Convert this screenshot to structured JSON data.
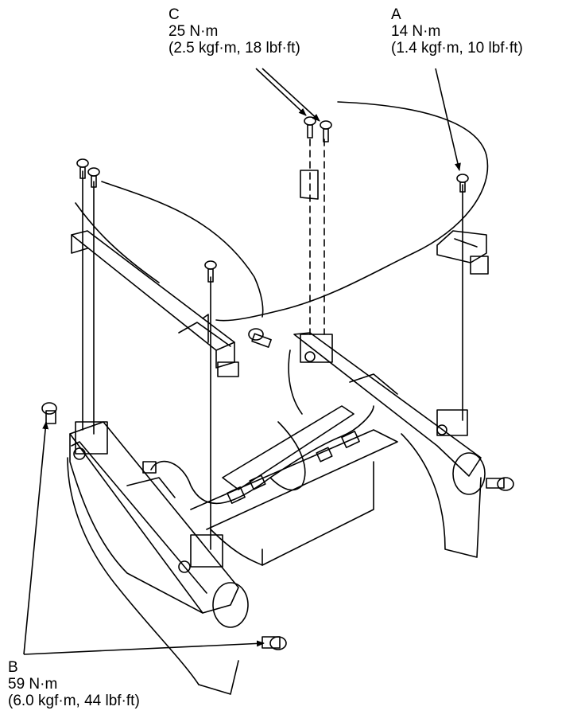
{
  "callouts": {
    "c": {
      "letter": "C",
      "torque": "25 N·m",
      "alt": "(2.5 kgf·m, 18 lbf·ft)"
    },
    "a": {
      "letter": "A",
      "torque": "14 N·m",
      "alt": "(1.4 kgf·m, 10 lbf·ft)"
    },
    "b": {
      "letter": "B",
      "torque": "59 N·m",
      "alt": "(6.0 kgf·m, 44 lbf·ft)"
    }
  },
  "colors": {
    "line": "#000000",
    "fill": "#ffffff"
  }
}
